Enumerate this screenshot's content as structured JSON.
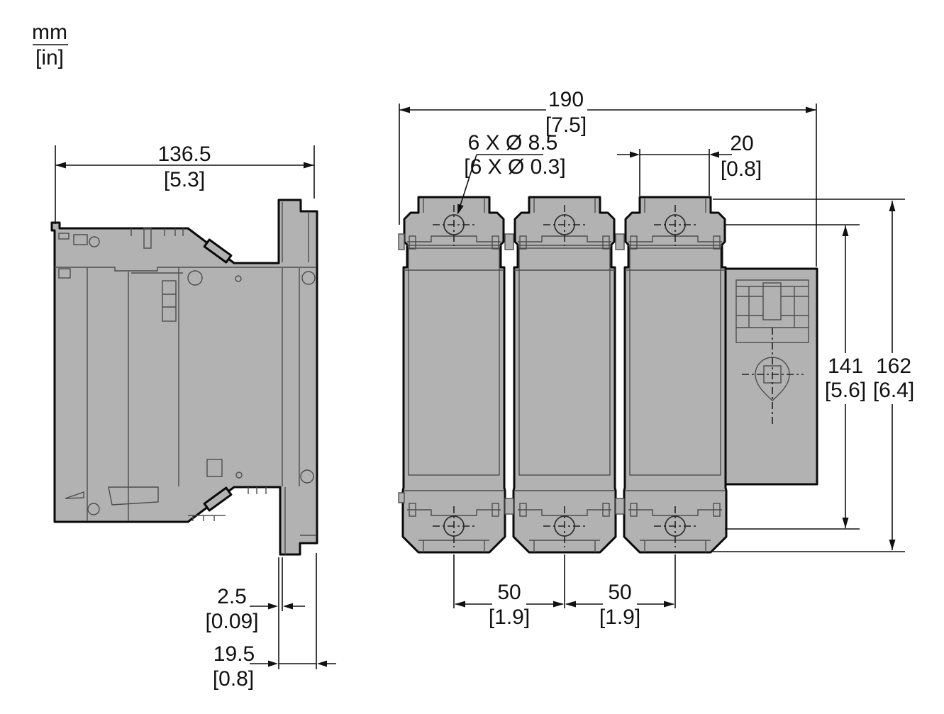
{
  "legend": {
    "metric_unit": "mm",
    "imperial_unit": "[in]"
  },
  "dims": {
    "side_width": {
      "mm": "136.5",
      "in": "[5.3]"
    },
    "front_width": {
      "mm": "190",
      "in": "[7.5]"
    },
    "holes": {
      "mm": "6 X Ø 8.5",
      "in": "[6 X Ø 0.3]"
    },
    "tab_width": {
      "mm": "20",
      "in": "[0.8]"
    },
    "hole_span": {
      "mm": "141",
      "in": "[5.6]"
    },
    "overall_height": {
      "mm": "162",
      "in": "[6.4]"
    },
    "pitch_left": {
      "mm": "50",
      "in": "[1.9]"
    },
    "pitch_right": {
      "mm": "50",
      "in": "[1.9]"
    },
    "plate_thickness": {
      "mm": "2.5",
      "in": "[0.09]"
    },
    "rail_depth": {
      "mm": "19.5",
      "in": "[0.8]"
    }
  },
  "colors": {
    "body_fill": "#b2b2b2",
    "outline": "#0a0a0a",
    "background": "#ffffff"
  }
}
